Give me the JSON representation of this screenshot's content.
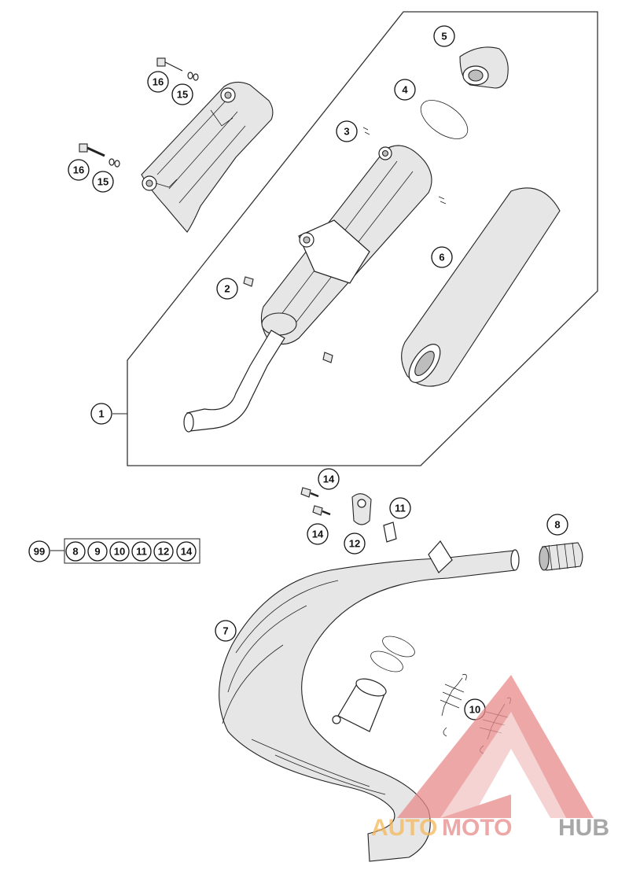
{
  "callouts": {
    "c1": "1",
    "c2": "2",
    "c3": "3",
    "c4": "4",
    "c5": "5",
    "c6": "6",
    "c7": "7",
    "c8": "8",
    "c10": "10",
    "c11": "11",
    "c12": "12",
    "c14a": "14",
    "c14b": "14",
    "c15a": "15",
    "c15b": "15",
    "c16a": "16",
    "c16b": "16"
  },
  "kit": {
    "label": "99",
    "items": [
      "8",
      "9",
      "10",
      "11",
      "12",
      "14"
    ]
  },
  "watermark": {
    "part1": "AUTO",
    "part2": "MOTO",
    "part3": "HUB",
    "color_orange": "#f5b85a",
    "color_red": "#e98a8a",
    "color_gray": "#8a8a8a"
  }
}
